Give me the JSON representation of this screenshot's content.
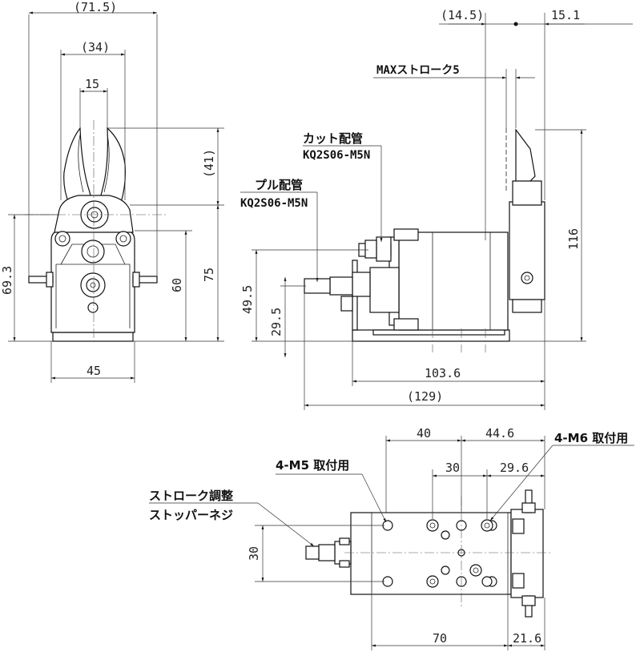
{
  "dimensions": {
    "front_width_overall": "(71.5)",
    "front_jaw_span": "(34)",
    "front_jaw_gap": "15",
    "front_jaw_height": "(41)",
    "front_height_pivot": "69.3",
    "front_height_body": "60",
    "front_height_total": "75",
    "front_base_width": "45",
    "side_top_left": "(14.5)",
    "side_top_right": "15.1",
    "side_height_116": "116",
    "side_port_height_49": "49.5",
    "side_port_height_29": "29.5",
    "side_length_103": "103.6",
    "side_length_129": "(129)",
    "bottom_40": "40",
    "bottom_44": "44.6",
    "bottom_30": "30",
    "bottom_29": "29.6",
    "bottom_vertical_30": "30",
    "bottom_70": "70",
    "bottom_21": "21.6"
  },
  "labels": {
    "max_stroke": "MAXストローク5",
    "cut_port_title": "カット配管",
    "cut_port_code": "KQ2S06-M5N",
    "pull_port_title": "プル配管",
    "pull_port_code": "KQ2S06-M5N",
    "m5_mount": "4-M5 取付用",
    "m6_mount": "4-M6 取付用",
    "stroke_adjust_line1": "ストローク調整",
    "stroke_adjust_line2": "ストッパーネジ"
  }
}
